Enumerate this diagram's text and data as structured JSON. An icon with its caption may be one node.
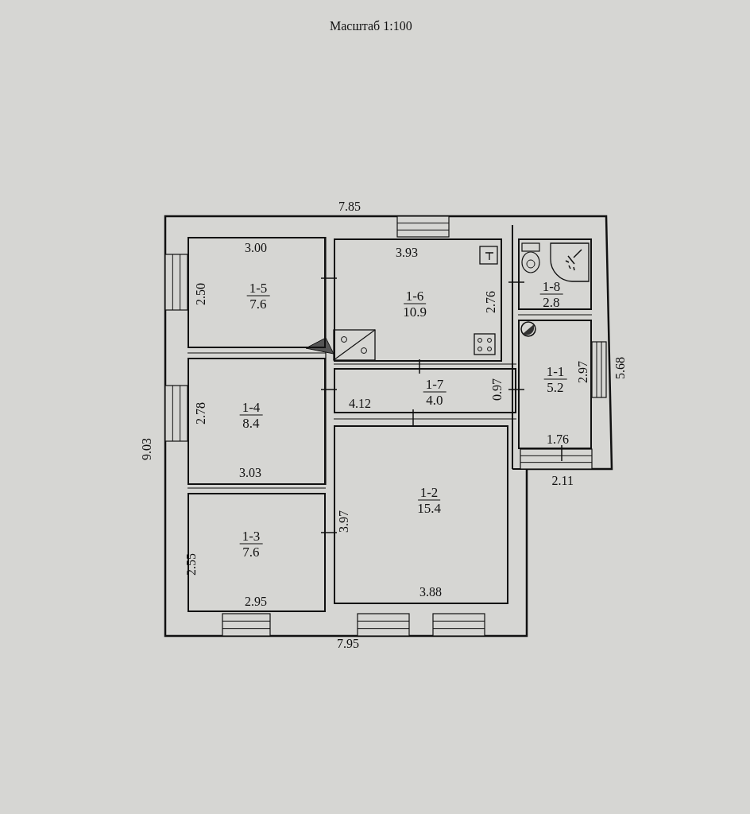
{
  "diagram": {
    "title": "Масштаб 1:100",
    "nodes": [
      {
        "text": [
          "1-5",
          "7.6"
        ]
      },
      {
        "text": [
          "1-6",
          "10.9"
        ]
      },
      {
        "text": [
          "1-8",
          "2.8"
        ]
      },
      {
        "text": [
          "1-4",
          "8.4"
        ]
      },
      {
        "text": [
          "1-7",
          "4.0"
        ]
      },
      {
        "text": [
          "1-1",
          "5.2"
        ]
      },
      {
        "text": [
          "1-3",
          "7.6"
        ]
      },
      {
        "text": [
          "1-2",
          "15.4"
        ]
      }
    ],
    "labels": [
      "7.85",
      "3.00",
      "3.93",
      "2.50",
      "2.76",
      "5.68",
      "9.03",
      "2.78",
      "4.12",
      "0.97",
      "2.97",
      "1.76",
      "2.11",
      "3.03",
      "3.97",
      "2.55",
      "2.95",
      "3.88",
      "7.95"
    ]
  }
}
